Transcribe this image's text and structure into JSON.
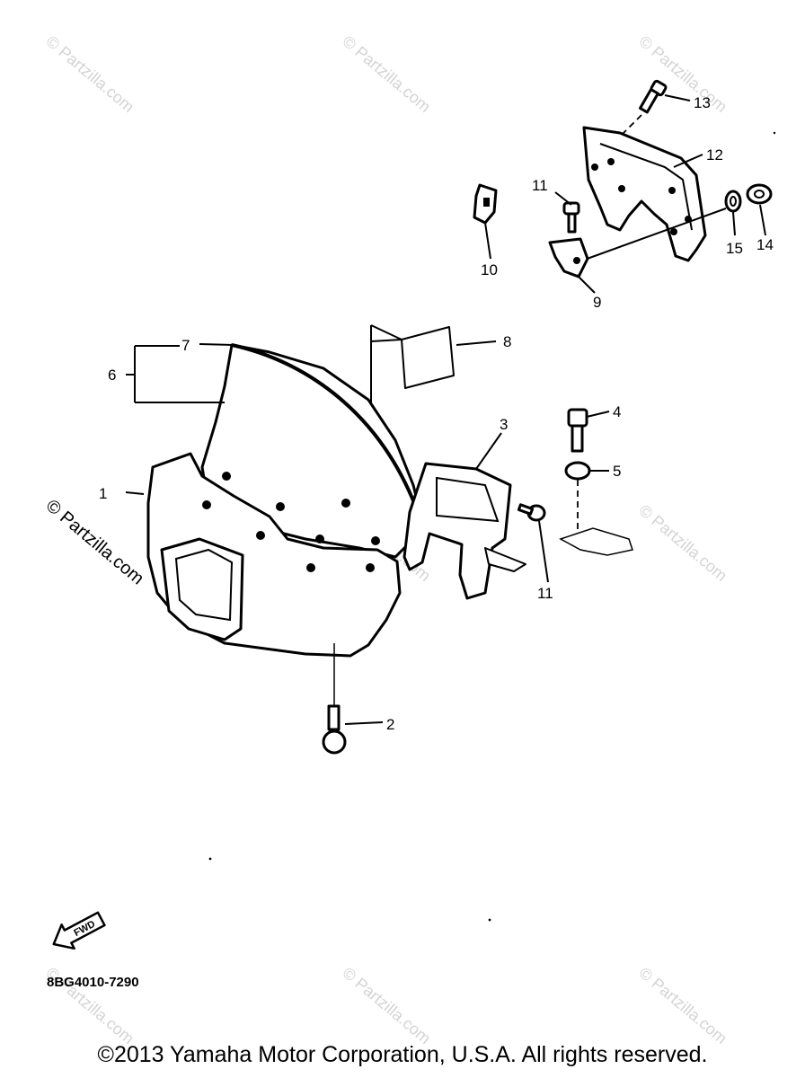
{
  "watermark": "© Partzilla.com",
  "callouts": {
    "c1": "1",
    "c2": "2",
    "c3": "3",
    "c4": "4",
    "c5": "5",
    "c6": "6",
    "c7": "7",
    "c8": "8",
    "c9": "9",
    "c10": "10",
    "c11a": "11",
    "c11b": "11",
    "c12": "12",
    "c13": "13",
    "c14": "14",
    "c15": "15"
  },
  "fwd_label": "FWD",
  "diagram_code": "8BG4010-7290",
  "copyright": "©2013 Yamaha Motor Corporation, U.S.A. All rights reserved."
}
